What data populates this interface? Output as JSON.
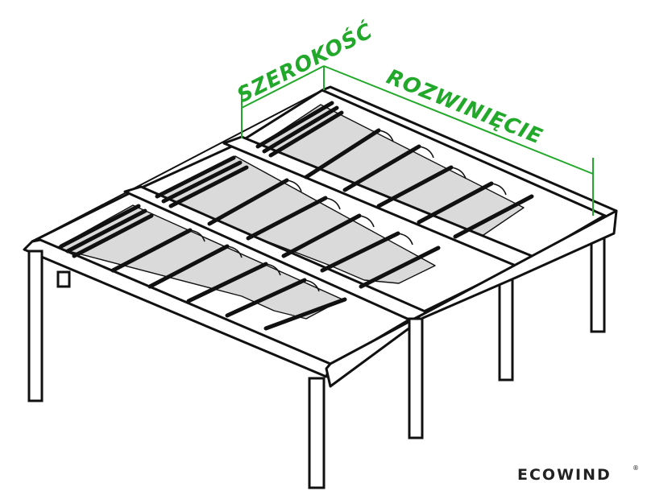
{
  "labels": {
    "width": "SZEROKOŚĆ",
    "extension": "ROZWINIĘCIE"
  },
  "brand": {
    "name": "ECOWIND",
    "mark": "®"
  },
  "colors": {
    "dimension": "#22a82a",
    "fabric": "#dadada",
    "outline": "#111111"
  }
}
